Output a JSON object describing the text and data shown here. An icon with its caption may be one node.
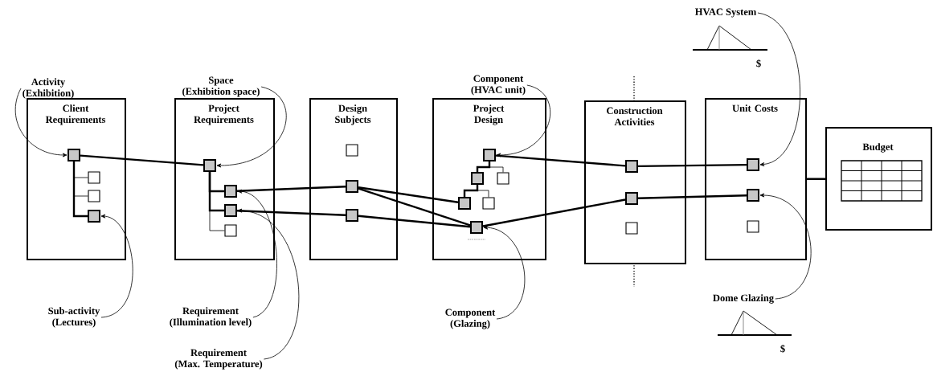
{
  "diagram": {
    "nodes": [
      {
        "text": [
          "Activity",
          "(Exhibition)"
        ]
      },
      {
        "text": [
          "Space",
          "(Exhibition space)"
        ]
      },
      {
        "text": [
          "Component",
          "(HVAC unit)"
        ]
      },
      {
        "text": [
          "HVAC System"
        ]
      },
      {
        "text": [
          "Client Requirements"
        ]
      },
      {
        "text": [],
        "shape": "box",
        "in": 4
      },
      {
        "text": [],
        "shape": "box",
        "in": 4
      },
      {
        "text": [],
        "shape": "box",
        "in": 4
      },
      {
        "text": [],
        "shape": "box",
        "in": 4
      },
      {
        "text": [
          "Project Requirements"
        ]
      },
      {
        "text": [],
        "shape": "box",
        "in": 9
      },
      {
        "text": [],
        "shape": "box",
        "in": 9
      },
      {
        "text": [],
        "shape": "box",
        "in": 9
      },
      {
        "text": [],
        "shape": "box",
        "in": 9
      },
      {
        "text": [
          "Design Subjects"
        ]
      },
      {
        "text": [],
        "shape": "box",
        "in": 14
      },
      {
        "text": [],
        "shape": "box",
        "in": 14
      },
      {
        "text": [],
        "shape": "box",
        "in": 14
      },
      {
        "text": [
          "Project Design"
        ]
      },
      {
        "text": [],
        "shape": "box",
        "in": 18
      },
      {
        "text": [],
        "shape": "box",
        "in": 18
      },
      {
        "text": [],
        "shape": "box",
        "in": 18
      },
      {
        "text": [],
        "shape": "box",
        "in": 18
      },
      {
        "text": [],
        "shape": "box",
        "in": 18
      },
      {
        "text": [],
        "shape": "box",
        "in": 18
      },
      {
        "text": [
          "Construction Activities"
        ]
      },
      {
        "text": [],
        "shape": "box",
        "in": 25
      },
      {
        "text": [],
        "shape": "box",
        "in": 25
      },
      {
        "text": [],
        "shape": "box",
        "in": 25
      },
      {
        "text": [
          "Unit Costs"
        ]
      },
      {
        "text": [],
        "shape": "box",
        "in": 29
      },
      {
        "text": [],
        "shape": "box",
        "in": 29
      },
      {
        "text": [],
        "shape": "box",
        "in": 29
      },
      {
        "text": [
          "Budget"
        ]
      },
      {
        "text": [
          "Sub-activity",
          "(Lectures)"
        ]
      },
      {
        "text": [
          "Requirement",
          "(Illumination level)"
        ]
      },
      {
        "text": [
          "Requirement",
          "(Max. Temperature)"
        ]
      },
      {
        "text": [
          "Component",
          "(Glazing)"
        ]
      },
      {
        "text": [
          "Dome Glazing"
        ]
      }
    ],
    "edges": [
      {
        "from": 5,
        "to": 10,
        "arrow": "none"
      },
      {
        "from": 5,
        "to": 6,
        "arrow": "none"
      },
      {
        "from": 5,
        "to": 7,
        "arrow": "none"
      },
      {
        "from": 5,
        "to": 8,
        "arrow": "none"
      },
      {
        "from": 10,
        "to": 11,
        "arrow": "none"
      },
      {
        "from": 10,
        "to": 12,
        "arrow": "none"
      },
      {
        "from": 10,
        "to": 13,
        "arrow": "none"
      },
      {
        "from": 11,
        "to": 16,
        "arrow": "none"
      },
      {
        "from": 12,
        "to": 17,
        "arrow": "none"
      },
      {
        "from": 16,
        "to": 22,
        "arrow": "none"
      },
      {
        "from": 16,
        "to": 24,
        "arrow": "none"
      },
      {
        "from": 17,
        "to": 24,
        "arrow": "none"
      },
      {
        "from": 19,
        "to": 20,
        "arrow": "none"
      },
      {
        "from": 19,
        "to": 21,
        "arrow": "none"
      },
      {
        "from": 20,
        "to": 22,
        "arrow": "none"
      },
      {
        "from": 20,
        "to": 23,
        "arrow": "none"
      },
      {
        "from": 19,
        "to": 26,
        "arrow": "none"
      },
      {
        "from": 24,
        "to": 27,
        "arrow": "none"
      },
      {
        "from": 26,
        "to": 30,
        "arrow": "none"
      },
      {
        "from": 27,
        "to": 31,
        "arrow": "none"
      },
      {
        "from": 29,
        "to": 33,
        "arrow": "none"
      },
      {
        "from": 0,
        "to": 5,
        "arrow": "to"
      },
      {
        "from": 1,
        "to": 10,
        "arrow": "to"
      },
      {
        "from": 2,
        "to": 19,
        "arrow": "to"
      },
      {
        "from": 3,
        "to": 30,
        "arrow": "to"
      },
      {
        "from": 34,
        "to": 8,
        "arrow": "to"
      },
      {
        "from": 35,
        "to": 11,
        "arrow": "to"
      },
      {
        "from": 36,
        "to": 12,
        "arrow": "to"
      },
      {
        "from": 37,
        "to": 24,
        "arrow": "to"
      },
      {
        "from": 38,
        "to": 31,
        "arrow": "to"
      }
    ],
    "labels": [
      "$",
      "$"
    ]
  }
}
